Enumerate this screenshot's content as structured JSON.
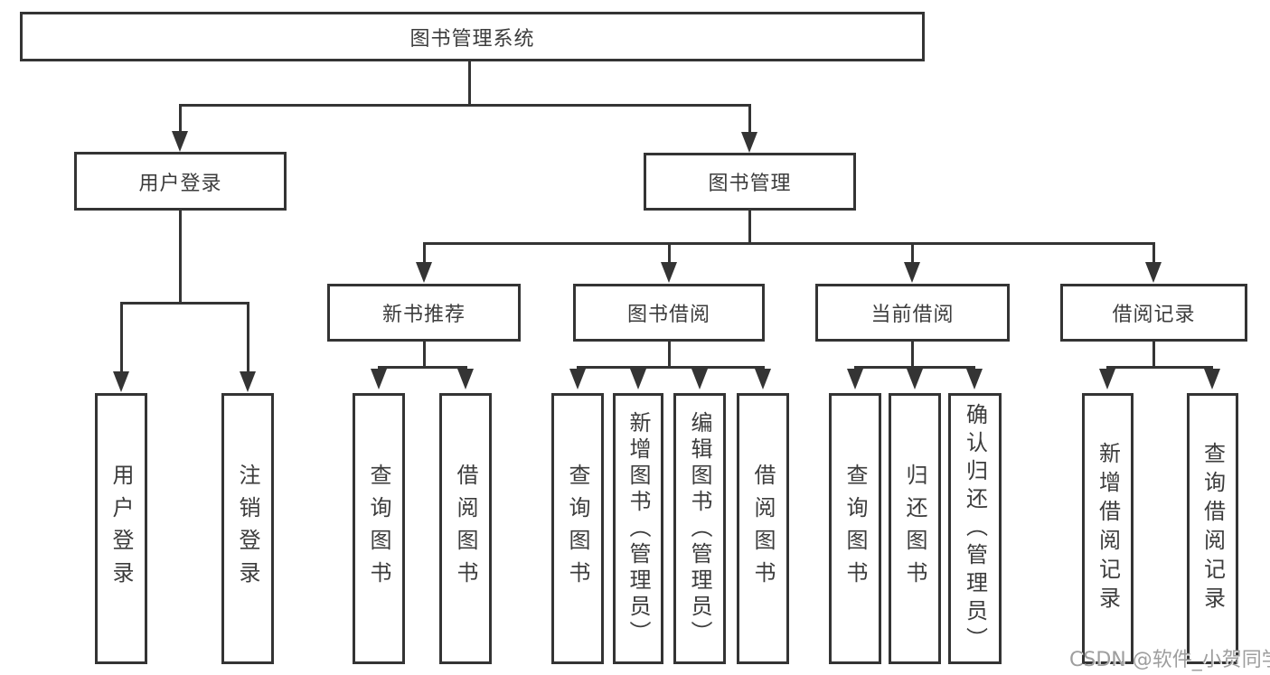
{
  "colors": {
    "line": "#343434",
    "text": "#3c3c3c",
    "watermark_text": "#9e9e9e",
    "background": "#ffffff"
  },
  "watermark": {
    "text": "CSDN @软件_小贺同学"
  },
  "tree": {
    "root": {
      "label": "图书管理系统"
    },
    "level2": [
      {
        "label": "用户登录"
      },
      {
        "label": "图书管理"
      }
    ],
    "level3": [
      {
        "label": "新书推荐"
      },
      {
        "label": "图书借阅"
      },
      {
        "label": "当前借阅"
      },
      {
        "label": "借阅记录"
      }
    ],
    "leaves": {
      "user_login": [
        "用户登录",
        "注销登录"
      ],
      "new_book": [
        "查询图书",
        "借阅图书"
      ],
      "book_borrow": [
        "查询图书",
        "新增图书（管理员）",
        "编辑图书（管理员）",
        "借阅图书"
      ],
      "current_borrow": [
        "查询图书",
        "归还图书",
        "确认归还（管理员）"
      ],
      "borrow_record": [
        "新增借阅记录",
        "查询借阅记录"
      ]
    }
  }
}
